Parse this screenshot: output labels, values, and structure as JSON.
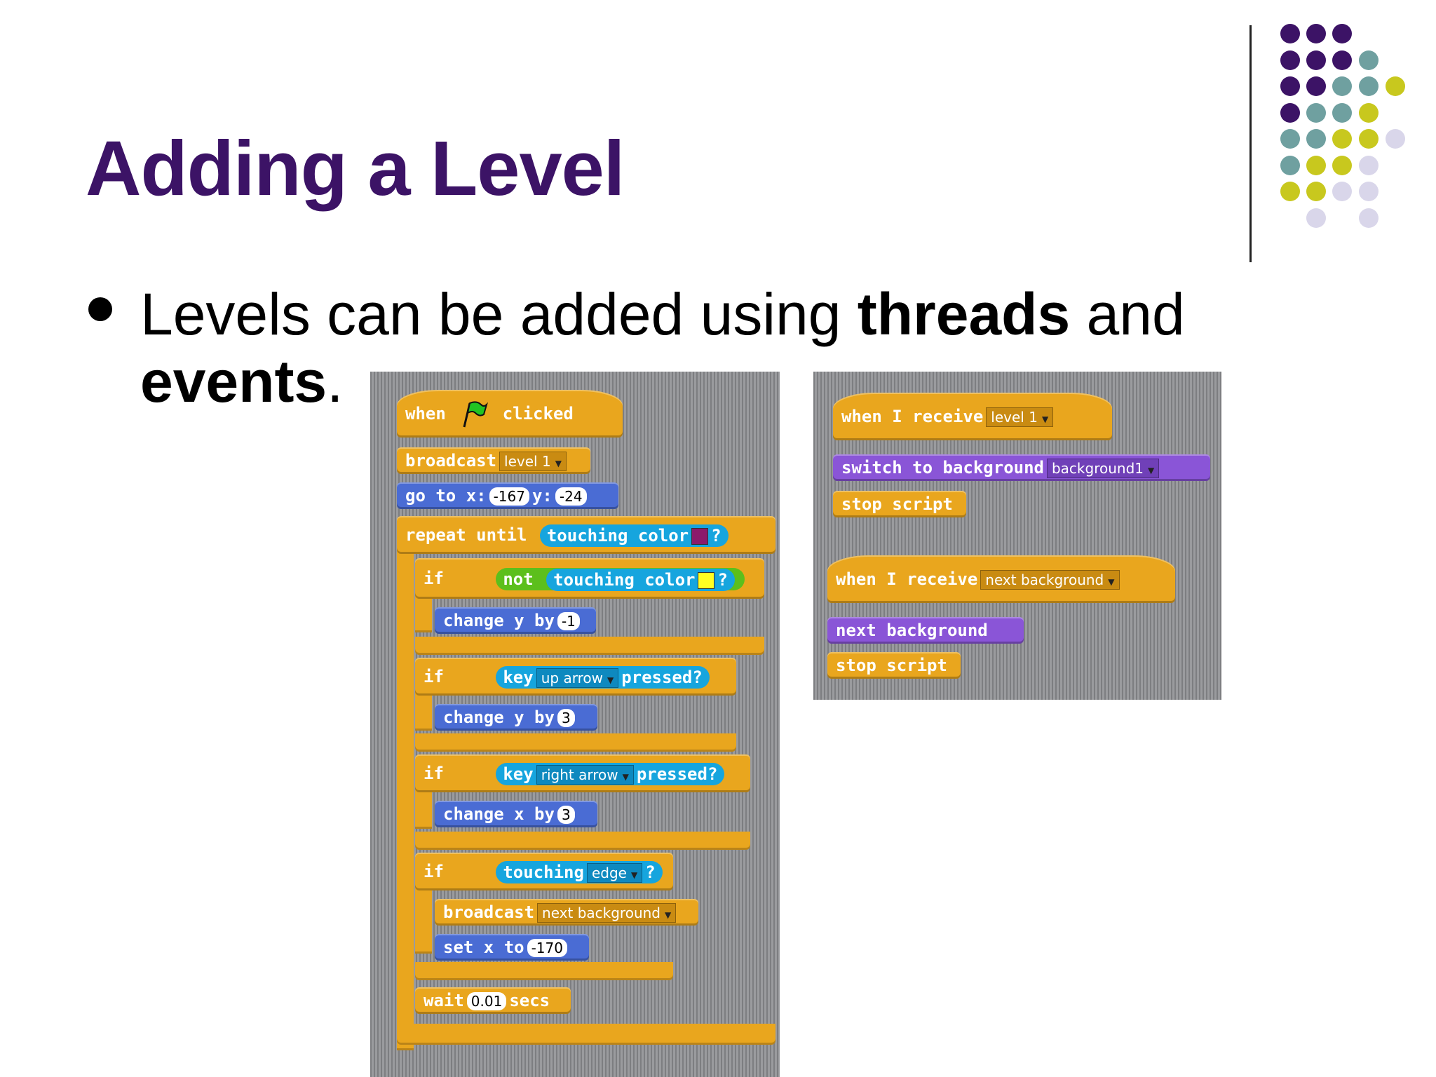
{
  "slide": {
    "title": "Adding a Level",
    "bullet": {
      "part1": "Levels can be added using ",
      "bold1": "threads",
      "part2": " and ",
      "bold2": "events",
      "part3": "."
    }
  },
  "colors": {
    "title": "#3c1366",
    "dot_purple": "#3c1366",
    "dot_teal": "#6fa0a0",
    "dot_lime": "#c8c81e",
    "dot_lavender": "#d9d6ea",
    "control": "#e9a61e",
    "motion": "#4a6cd4",
    "looks": "#8a55d7",
    "sensing": "#16a5de",
    "operator": "#5cbf1c"
  },
  "script1": {
    "when": "when",
    "clicked": "clicked",
    "broadcast1": "broadcast",
    "broadcast1_value": "level 1",
    "goto_a": "go to x:",
    "goto_x": "-167",
    "goto_b": "y:",
    "goto_y": "-24",
    "repeat": "repeat until",
    "touching_color": "touching color",
    "q": "?",
    "if": "if",
    "not": "not",
    "change_y": "change y by",
    "change_y_v1": "-1",
    "key": "key",
    "key1_value": "up arrow",
    "pressed": "pressed?",
    "change_y_v2": "3",
    "key2_value": "right arrow",
    "change_x": "change x by",
    "change_x_v": "3",
    "touching": "touching",
    "touching_value": "edge",
    "broadcast2": "broadcast",
    "broadcast2_value": "next background",
    "setx": "set x to",
    "setx_v": "-170",
    "wait": "wait",
    "wait_v": "0.01",
    "secs": "secs"
  },
  "script2": {
    "receive": "when I receive",
    "receive_value": "level 1",
    "switch": "switch to background",
    "switch_value": "background1",
    "stop": "stop script"
  },
  "script3": {
    "receive": "when I receive",
    "receive_value": "next background",
    "next": "next background",
    "stop": "stop script"
  }
}
